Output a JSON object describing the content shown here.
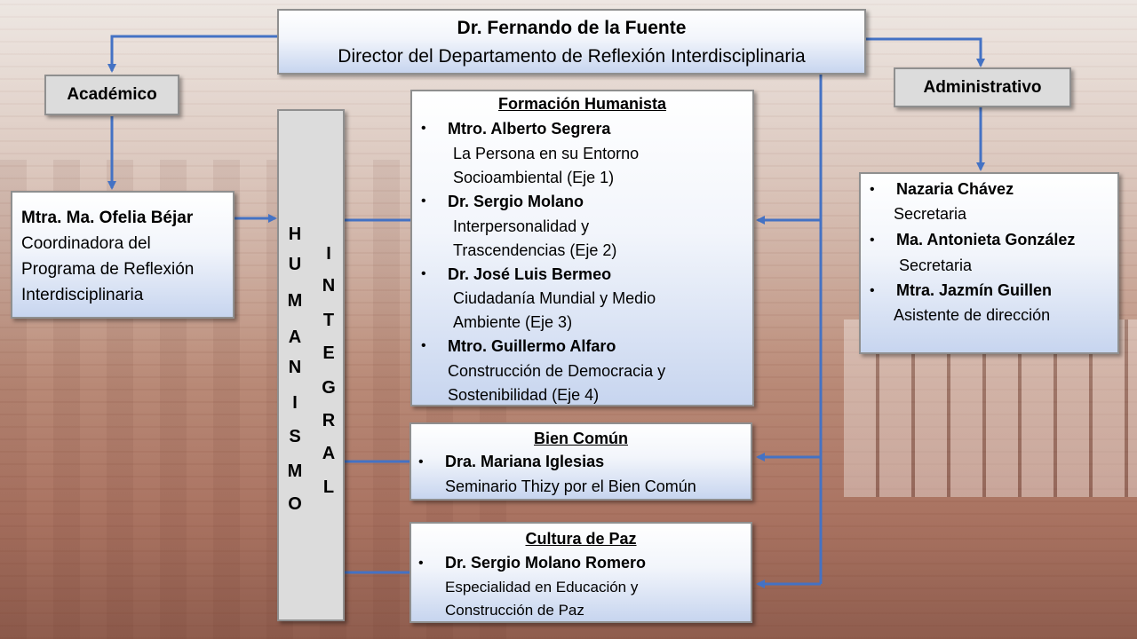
{
  "director": {
    "name": "Dr. Fernando de la Fuente",
    "title": "Director del Departamento de Reflexión Interdisciplinaria"
  },
  "academico": {
    "label": "Académico",
    "coordinator_name": "Mtra. Ma. Ofelia Béjar",
    "coordinator_title": [
      "Coordinadora del",
      "Programa de Reflexión",
      "Interdisciplinaria"
    ]
  },
  "administrativo": {
    "label": "Administrativo",
    "staff": [
      {
        "name": "Nazaria Chávez",
        "role": "Secretaria"
      },
      {
        "name": "Ma. Antonieta González",
        "role": "Secretaria"
      },
      {
        "name": "Mtra. Jazmín Guillen",
        "role": "Asistente de dirección"
      }
    ]
  },
  "humanismo": {
    "word1": [
      "H",
      "U",
      "M",
      "A",
      "N",
      "I",
      "S",
      "M",
      "O"
    ],
    "word2": [
      "I",
      "N",
      "T",
      "E",
      "G",
      "R",
      "A",
      "L"
    ]
  },
  "formacion": {
    "title": "Formación Humanista",
    "items": [
      {
        "name": "Mtro. Alberto Segrera",
        "desc": [
          "La Persona en su Entorno",
          "Socioambiental (Eje 1)"
        ]
      },
      {
        "name": "Dr. Sergio Molano",
        "desc": [
          "Interpersonalidad y",
          "Trascendencias (Eje 2)"
        ]
      },
      {
        "name": "Dr. José Luis Bermeo",
        "desc": [
          "Ciudadanía Mundial y Medio",
          "Ambiente (Eje 3)"
        ]
      },
      {
        "name": "Mtro. Guillermo Alfaro",
        "desc": [
          "Construcción de Democracia y",
          "Sostenibilidad (Eje 4)"
        ]
      }
    ]
  },
  "bien_comun": {
    "title": "Bien Común",
    "name": "Dra. Mariana Iglesias",
    "desc": "Seminario Thizy por el Bien Común"
  },
  "cultura_paz": {
    "title": "Cultura de Paz",
    "name": "Dr. Sergio Molano Romero",
    "desc": [
      "Especialidad en Educación y",
      "Construcción de Paz"
    ]
  },
  "colors": {
    "arrow": "#4472c4",
    "box_gradient_end": "#c7d5ef"
  }
}
